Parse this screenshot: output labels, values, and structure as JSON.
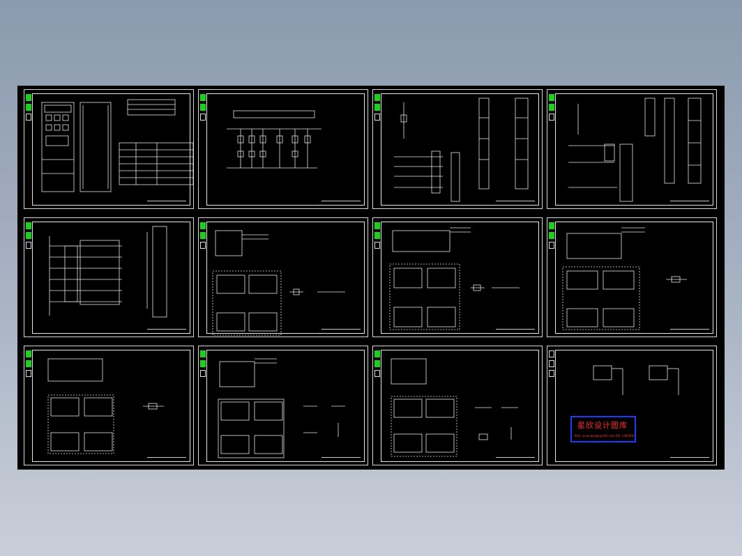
{
  "drawing_set": {
    "sheets": [
      {
        "id": 1,
        "kind": "cabinet-layout"
      },
      {
        "id": 2,
        "kind": "busbar-single-line"
      },
      {
        "id": 3,
        "kind": "control-circuit"
      },
      {
        "id": 4,
        "kind": "control-circuit-terminal"
      },
      {
        "id": 5,
        "kind": "ladder-circuit"
      },
      {
        "id": 6,
        "kind": "wiring-tables"
      },
      {
        "id": 7,
        "kind": "wiring-tables"
      },
      {
        "id": 8,
        "kind": "wiring-tables"
      },
      {
        "id": 9,
        "kind": "wiring-tables"
      },
      {
        "id": 10,
        "kind": "wiring-tables"
      },
      {
        "id": 11,
        "kind": "wiring-tables"
      },
      {
        "id": 12,
        "kind": "legend-stamp"
      }
    ]
  },
  "stamp": {
    "title": "星欣设计图库",
    "note": "Mail: xinxindesign@163.com  QQ: 1364930"
  },
  "colors": {
    "background": "#000000",
    "line": "#e6e6e6",
    "tab": "#18d418",
    "stamp_border": "#1a3cff",
    "stamp_text": "#ff2a2a"
  }
}
